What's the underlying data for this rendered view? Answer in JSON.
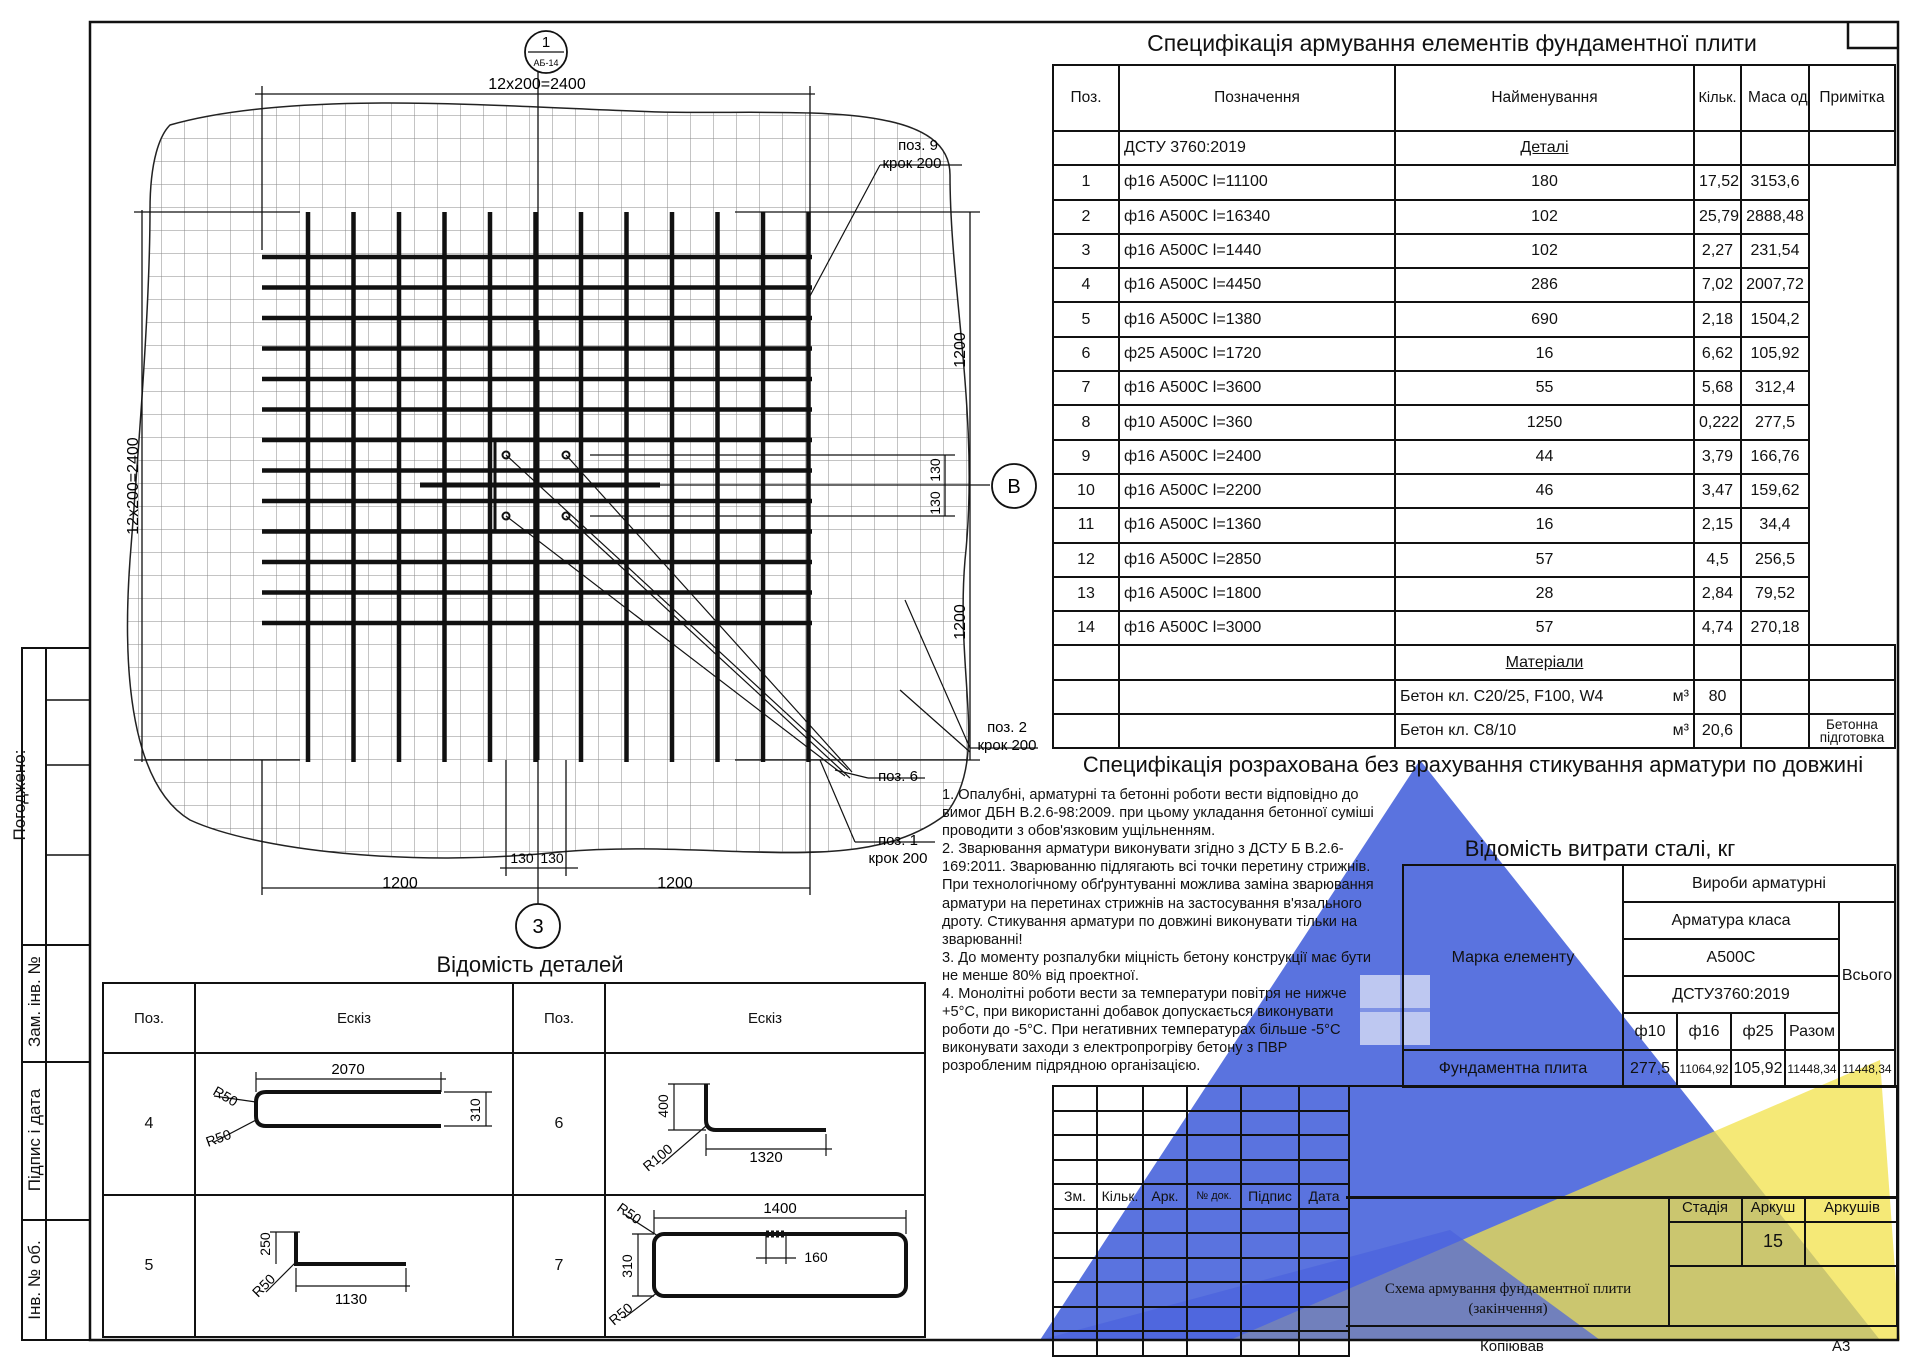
{
  "drawing": {
    "section_mark": "1",
    "section_sheet": "АБ-14",
    "dim_top": "12х200=2400",
    "dim_left": "12х200=2400",
    "dim_right_top": "1200",
    "dim_right_bottom": "1200",
    "dim_right_small_a": "130",
    "dim_right_small_b": "130",
    "dim_bottom_left": "1200",
    "dim_bottom_right": "1200",
    "dim_bottom_small_a": "130",
    "dim_bottom_small_b": "130",
    "axis_b": "В",
    "axis_3": "3",
    "callouts": [
      {
        "pos": "поз. 9",
        "step": "крок 200"
      },
      {
        "pos": "поз. 2",
        "step": "крок 200"
      },
      {
        "pos": "поз. 6",
        "step": ""
      },
      {
        "pos": "поз. 1",
        "step": "крок 200"
      }
    ]
  },
  "spec": {
    "title": "Специфікація армування елементів фундаментної плити",
    "headers": [
      "Поз.",
      "Позначення",
      "Найменування",
      "Кільк.",
      "Маса од, кг",
      "Примітка"
    ],
    "section_details": "Деталі",
    "designation": "ДСТУ 3760:2019",
    "rows": [
      {
        "pos": "1",
        "name": "ф16 А500С l=11100",
        "qty": "180",
        "mass": "17,52",
        "note": "3153,6"
      },
      {
        "pos": "2",
        "name": "ф16 А500С l=16340",
        "qty": "102",
        "mass": "25,79",
        "note": "2888,48"
      },
      {
        "pos": "3",
        "name": "ф16 А500С l=1440",
        "qty": "102",
        "mass": "2,27",
        "note": "231,54"
      },
      {
        "pos": "4",
        "name": "ф16 А500С l=4450",
        "qty": "286",
        "mass": "7,02",
        "note": "2007,72"
      },
      {
        "pos": "5",
        "name": "ф16 А500С l=1380",
        "qty": "690",
        "mass": "2,18",
        "note": "1504,2"
      },
      {
        "pos": "6",
        "name": "ф25 А500С l=1720",
        "qty": "16",
        "mass": "6,62",
        "note": "105,92"
      },
      {
        "pos": "7",
        "name": "ф16 А500С l=3600",
        "qty": "55",
        "mass": "5,68",
        "note": "312,4"
      },
      {
        "pos": "8",
        "name": "ф10 А500С l=360",
        "qty": "1250",
        "mass": "0,222",
        "note": "277,5"
      },
      {
        "pos": "9",
        "name": "ф16 А500С l=2400",
        "qty": "44",
        "mass": "3,79",
        "note": "166,76"
      },
      {
        "pos": "10",
        "name": "ф16 А500С l=2200",
        "qty": "46",
        "mass": "3,47",
        "note": "159,62"
      },
      {
        "pos": "11",
        "name": "ф16 А500С l=1360",
        "qty": "16",
        "mass": "2,15",
        "note": "34,4"
      },
      {
        "pos": "12",
        "name": "ф16 А500С l=2850",
        "qty": "57",
        "mass": "4,5",
        "note": "256,5"
      },
      {
        "pos": "13",
        "name": "ф16 А500С l=1800",
        "qty": "28",
        "mass": "2,84",
        "note": "79,52"
      },
      {
        "pos": "14",
        "name": "ф16 А500С l=3000",
        "qty": "57",
        "mass": "4,74",
        "note": "270,18"
      }
    ],
    "section_materials": "Матеріали",
    "materials": [
      {
        "name": "Бетон кл. С20/25, F100, W4",
        "unit": "м³",
        "qty": "80",
        "note": ""
      },
      {
        "name": "Бетон кл. С8/10",
        "unit": "м³",
        "qty": "20,6",
        "note": "Бетонна підготовка"
      }
    ],
    "footnote": "Специфікація розрахована без врахування стикування арматури по довжині"
  },
  "notes": [
    "1. Опалубні, арматурні та бетонні роботи вести відповідно до вимог ДБН В.2.6-98:2009. при цьому укладання бетонної суміші проводити з обов'язковим ущільненням.",
    "2. Зварювання арматури виконувати згідно з ДСТУ Б В.2.6-169:2011. Зварюванню підлягають всі точки перетину стрижнів. При технологічному обґрунтуванні можлива заміна зварювання арматури на перетинах стрижнів на застосування в'язального дроту. Стикування арматури по довжині виконувати тільки на зварюванні!",
    "3. До моменту розпалубки міцність бетону конструкції має бути не менше 80% від проектної.",
    "4. Монолітні роботи вести за температури повітря не нижче +5°С, при використанні добавок допускається виконувати роботи до -5°С. При негативних температурах більше -5°С виконувати заходи з електропрогріву бетону з ПВР розробленим підрядною організацією."
  ],
  "steel": {
    "title": "Відомість витрати сталі, кг",
    "col_element": "Марка елементу",
    "col_products": "Вироби арматурні",
    "col_class": "Арматура класа",
    "col_grade": "А500С",
    "col_standard": "ДСТУ3760:2019",
    "col_total": "Всього",
    "diameters": [
      "ф10",
      "ф16",
      "ф25",
      "Разом"
    ],
    "row": {
      "name": "Фундаментна плита",
      "values": [
        "277,5",
        "11064,92",
        "105,92",
        "11448,34"
      ],
      "total": "11448,34"
    }
  },
  "details": {
    "title": "Відомість деталей",
    "headers": [
      "Поз.",
      "Ескіз",
      "Поз.",
      "Ескіз"
    ],
    "items": [
      {
        "pos": "4",
        "dims": [
          "2070",
          "310",
          "R50",
          "R50"
        ]
      },
      {
        "pos": "6",
        "dims": [
          "400",
          "1320",
          "R100"
        ]
      },
      {
        "pos": "5",
        "dims": [
          "250",
          "1130",
          "R50"
        ]
      },
      {
        "pos": "7",
        "dims": [
          "1400",
          "160",
          "310",
          "R50",
          "R50"
        ]
      }
    ]
  },
  "stamp": {
    "headers": [
      "Зм.",
      "Кільк.",
      "Арк.",
      "№ док.",
      "Підпис",
      "Дата"
    ],
    "stage_labels": [
      "Стадія",
      "Аркуш",
      "Аркушів"
    ],
    "sheet_no": "15",
    "title_line1": "Схема армування фундаментної плити",
    "title_line2": "(закінчення)",
    "copied": "Копіював",
    "format": "А3"
  },
  "side_labels": [
    "Погоджено:",
    "Зам. інв. №",
    "Підпис і дата",
    "Інв. № об."
  ],
  "colors": {
    "ink": "#111111",
    "watermark_blue": "#3d5bd9",
    "watermark_yellow": "#f2e24a"
  }
}
